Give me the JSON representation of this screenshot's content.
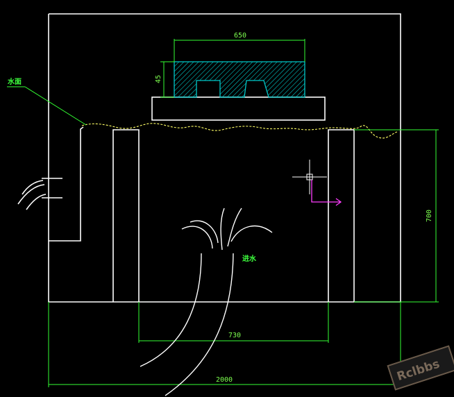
{
  "drawing": {
    "labels": {
      "water_surface": "水面",
      "inlet": "进水"
    },
    "dimensions": {
      "part_width": "650",
      "part_height": "45",
      "tank_depth": "700",
      "inner_width": "730",
      "total_width": "2000"
    },
    "watermark": "Rclbbs",
    "colors": {
      "outline": "#ffffff",
      "dimension": "#33ff33",
      "hatch": "#00c8c8",
      "ucs": "#ff3dff",
      "background": "#000000"
    }
  }
}
